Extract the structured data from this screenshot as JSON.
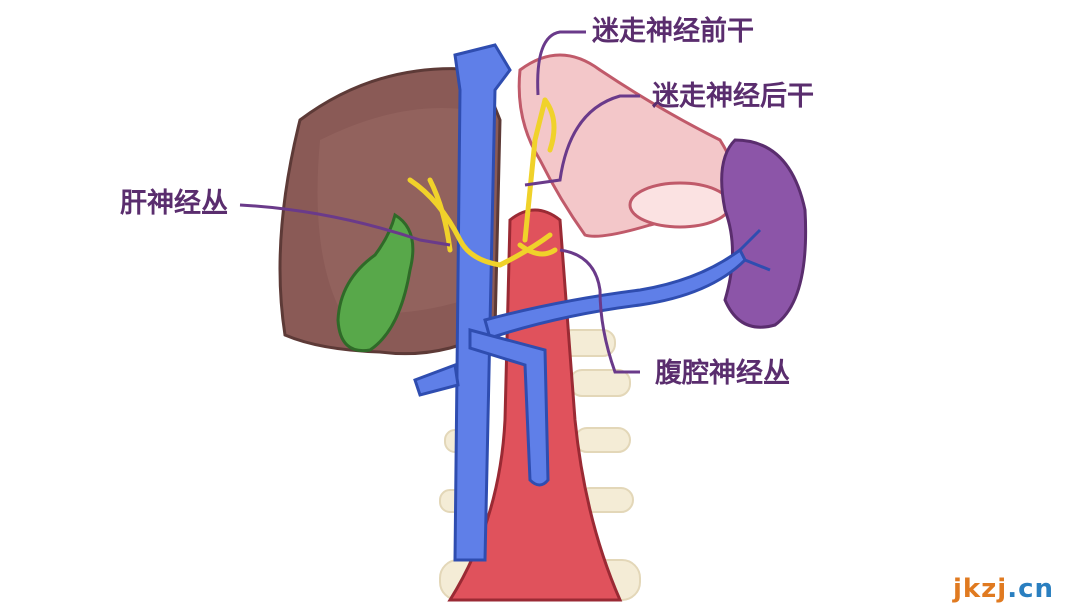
{
  "colors": {
    "label_text": "#5a2d6e",
    "leader_line": "#6a3a8a",
    "liver": "#8a5a56",
    "vein": "#5f7fe8",
    "aorta": "#e0525c",
    "nerve": "#f0d22a",
    "gallbladder": "#58a84a",
    "spleen": "#8c55a8",
    "stomach": "#f3c7c9",
    "spine": "#f4ecd6",
    "watermark_main": "#e07a20",
    "watermark_dot": "#2a7fc0"
  },
  "labels": {
    "vagus_anterior": "迷走神经前干",
    "vagus_posterior": "迷走神经后干",
    "hepatic_plexus": "肝神经丛",
    "celiac_plexus": "腹腔神经丛"
  },
  "watermark": {
    "main": "jkzj",
    "suffix": ".cn"
  }
}
